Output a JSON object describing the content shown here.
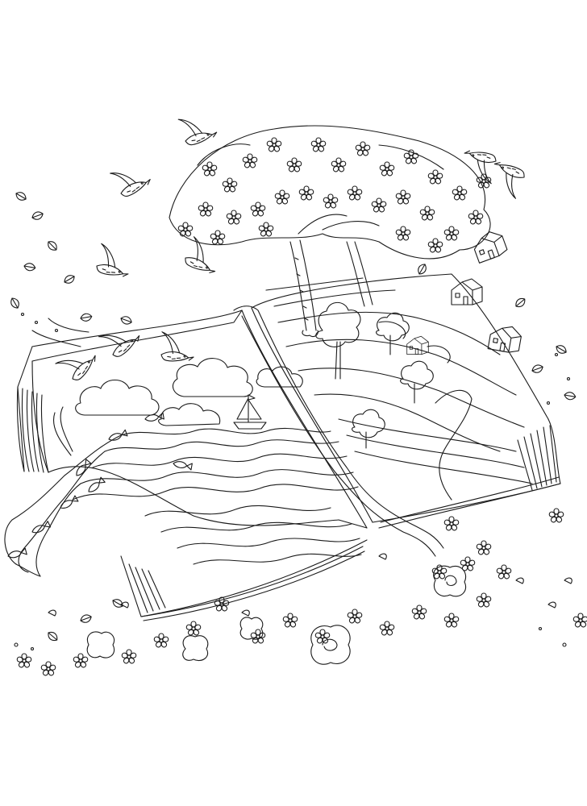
{
  "image": {
    "subject": "",
    "palette": {
      "background": "#ffffff",
      "ink": "#1a1a1a"
    },
    "elements": {
      "book": "open-book",
      "tree_left": "flowering-tree",
      "tree_right": "small-tree",
      "birds": "bird",
      "houses": "house",
      "sailboat": "sailboat",
      "sea": "sea-waves",
      "fish": "fish",
      "clouds": "cloud",
      "flowers": "flower",
      "leaves": "leaf",
      "ribbon": "bookmark-ribbon",
      "hills": "rolling-hills"
    }
  }
}
